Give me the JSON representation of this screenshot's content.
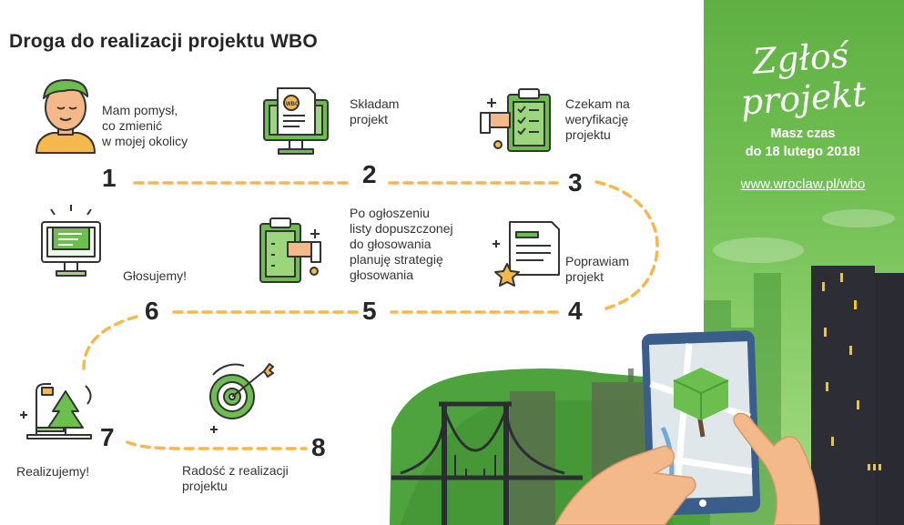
{
  "title": "Droga do realizacji projektu WBO",
  "steps": [
    {
      "number": "1",
      "lines": [
        "Mam pomysł,",
        "co zmienić",
        "w mojej okolicy"
      ],
      "icon": "idea-person-icon"
    },
    {
      "number": "2",
      "lines": [
        "Składam",
        "projekt"
      ],
      "icon": "computer-wbo-icon"
    },
    {
      "number": "3",
      "lines": [
        "Czekam na",
        "weryfikację",
        "projektu"
      ],
      "icon": "checklist-clipboard-icon"
    },
    {
      "number": "4",
      "lines": [
        "Poprawiam",
        "projekt"
      ],
      "icon": "document-star-icon"
    },
    {
      "number": "5",
      "lines": [
        "Po ogłoszeniu",
        "listy dopuszczonej",
        "do głosowania",
        "planuję strategię",
        "głosowania"
      ],
      "icon": "clipboard-plan-icon"
    },
    {
      "number": "6",
      "lines": [
        "Głosujemy!"
      ],
      "icon": "monitor-message-icon"
    },
    {
      "number": "7",
      "lines": [
        "Realizujemy!"
      ],
      "icon": "park-bench-tree-icon"
    },
    {
      "number": "8",
      "lines": [
        "Radość z realizacji",
        "projektu"
      ],
      "icon": "target-arrow-icon"
    }
  ],
  "promo": {
    "script_title": "Zgłoś projekt",
    "deadline_lines": [
      "Masz czas",
      "do 18 lutego 2018!"
    ],
    "url": "www.wroclaw.pl/wbo"
  },
  "colors": {
    "green_dark": "#4a9a38",
    "green": "#6cbf4f",
    "green_light": "#9bd57c",
    "orange_dash": "#f6b84a",
    "skin": "#f3b98a",
    "tablet_blue": "#3a5e8c",
    "building": "#2d2d35",
    "window_yellow": "#f5c518"
  }
}
